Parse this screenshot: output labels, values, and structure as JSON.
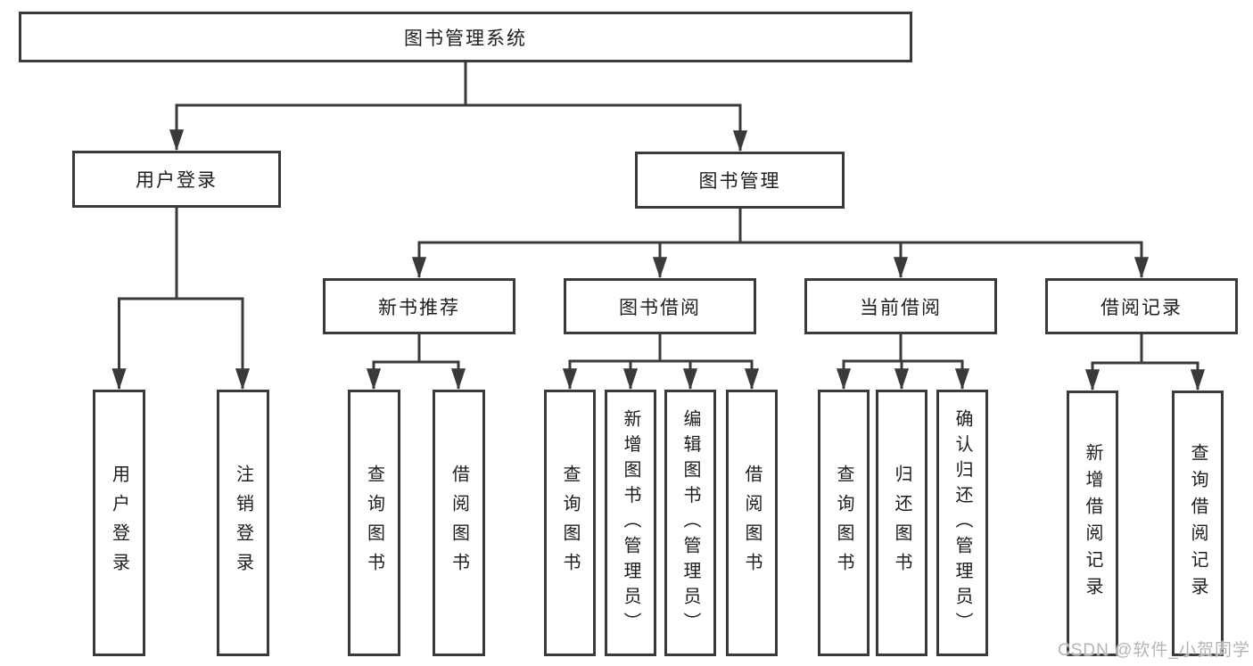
{
  "diagram": {
    "nodes": {
      "root": "图书管理系统",
      "branch_user_login": "用户登录",
      "branch_book_management": "图书管理",
      "group_new_book_recommend": "新书推荐",
      "group_book_borrow": "图书借阅",
      "group_current_borrow": "当前借阅",
      "group_borrow_records": "借阅记录",
      "leaf_user_login": "用户登录",
      "leaf_logout": "注销登录",
      "leaf_recommend_query_books": "查询图书",
      "leaf_recommend_borrow_books": "借阅图书",
      "leaf_borrow_query_books": "查询图书",
      "leaf_borrow_add_books_admin": "新增图书（管理员）",
      "leaf_borrow_edit_books_admin": "编辑图书（管理员）",
      "leaf_borrow_borrow_books": "借阅图书",
      "leaf_current_query_books": "查询图书",
      "leaf_current_return_books": "归还图书",
      "leaf_current_confirm_return_admin": "确认归还（管理员）",
      "leaf_records_add_record": "新增借阅记录",
      "leaf_records_query_record": "查询借阅记录"
    },
    "colors": {
      "line": "#3a3a3a",
      "text": "#1e1e1e",
      "background": "#ffffff",
      "watermark": "#b5b5b5"
    }
  },
  "watermark": {
    "text": "CSDN @软件_小贺同学"
  }
}
